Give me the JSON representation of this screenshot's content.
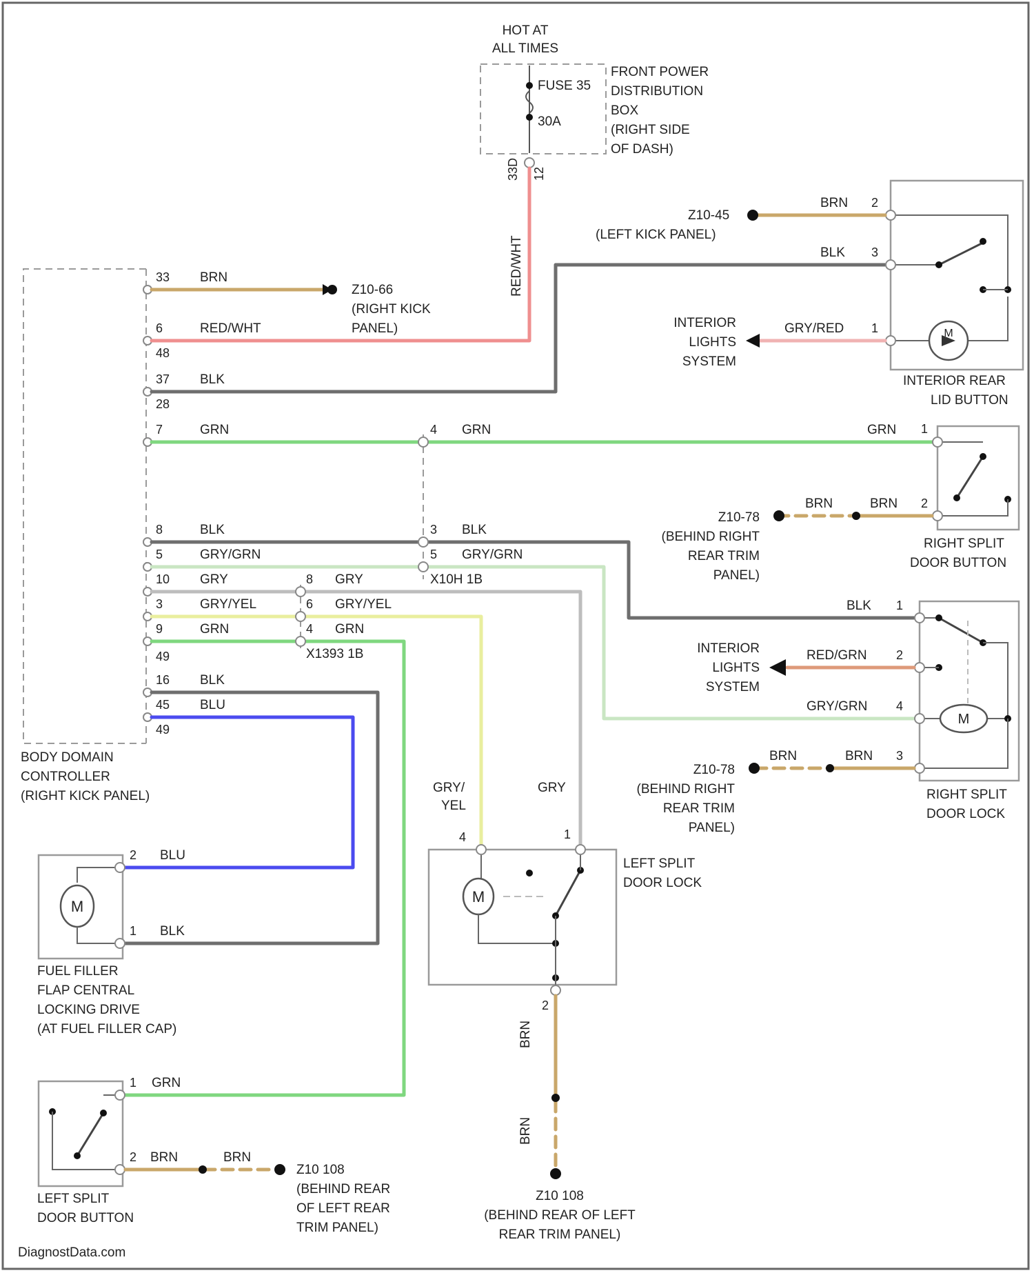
{
  "colors": {
    "brn": "#c9a76a",
    "red_wht": "#ef8f8f",
    "blk": "#6e6e6e",
    "grn": "#7fd77f",
    "gry_grn": "#c9e6c3",
    "gry": "#bdbdbd",
    "gry_yel": "#e9ee9e",
    "blu": "#4b4bef",
    "gry_red": "#f0b3b3",
    "red_grn": "#de9a7a"
  },
  "power": {
    "hot_line1": "HOT AT",
    "hot_line2": "ALL TIMES",
    "fuse_label": "FUSE 35",
    "fuse_amps": "30A",
    "box_line1": "FRONT POWER",
    "box_line2": "DISTRIBUTION",
    "box_line3": "BOX",
    "box_line4": "(RIGHT SIDE",
    "box_line5": "OF DASH)",
    "pin_a": "33D",
    "pin_b": "12",
    "wire_vert": "RED/WHT"
  },
  "controller": {
    "line1": "BODY DOMAIN",
    "line2": "CONTROLLER",
    "line3": "(RIGHT KICK PANEL)",
    "pins": [
      {
        "pin": "33",
        "wire": "BRN",
        "sub": ""
      },
      {
        "pin": "6",
        "wire": "RED/WHT",
        "sub": "48"
      },
      {
        "pin": "37",
        "wire": "BLK",
        "sub": "28"
      },
      {
        "pin": "7",
        "wire": "GRN",
        "sub": ""
      },
      {
        "pin": "8",
        "wire": "BLK",
        "sub": ""
      },
      {
        "pin": "5",
        "wire": "GRY/GRN",
        "sub": ""
      },
      {
        "pin": "10",
        "wire": "GRY",
        "sub": ""
      },
      {
        "pin": "3",
        "wire": "GRY/YEL",
        "sub": ""
      },
      {
        "pin": "9",
        "wire": "GRN",
        "sub": "49"
      },
      {
        "pin": "16",
        "wire": "BLK",
        "sub": ""
      },
      {
        "pin": "45",
        "wire": "BLU",
        "sub": "49"
      }
    ]
  },
  "ground_z1066": {
    "line1": "Z10-66",
    "line2": "(RIGHT KICK",
    "line3": "PANEL)"
  },
  "ground_z1045": {
    "line1": "Z10-45",
    "line2": "(LEFT KICK PANEL)"
  },
  "interior_rear_lid": {
    "line1": "INTERIOR REAR",
    "line2": "LID BUTTON",
    "pin2": "2",
    "pin3": "3",
    "pin1": "1",
    "w_brn": "BRN",
    "w_blk": "BLK",
    "w_gryred": "GRY/RED",
    "sys1": "INTERIOR",
    "sys2": "LIGHTS",
    "sys3": "SYSTEM",
    "motor": "M"
  },
  "splice1": {
    "pin4": "4",
    "w_grn": "GRN",
    "pin3": "3",
    "w_blk": "BLK",
    "pin5": "5",
    "w_grygrn": "GRY/GRN",
    "name": "X10H 1B"
  },
  "right_split_button": {
    "line1": "RIGHT SPLIT",
    "line2": "DOOR BUTTON",
    "pin1": "1",
    "pin2": "2",
    "w_grn": "GRN",
    "w_brn1": "BRN",
    "w_brn2": "BRN",
    "g1": "Z10-78",
    "g2": "(BEHIND RIGHT",
    "g3": "REAR TRIM",
    "g4": "PANEL)"
  },
  "right_split_lock": {
    "line1": "RIGHT SPLIT",
    "line2": "DOOR LOCK",
    "pin1": "1",
    "pin2": "2",
    "pin4": "4",
    "pin3": "3",
    "w_blk": "BLK",
    "w_redgrn": "RED/GRN",
    "w_grygrn": "GRY/GRN",
    "w_brn1": "BRN",
    "w_brn2": "BRN",
    "sys1": "INTERIOR",
    "sys2": "LIGHTS",
    "sys3": "SYSTEM",
    "g1": "Z10-78",
    "g2": "(BEHIND RIGHT",
    "g3": "REAR TRIM",
    "g4": "PANEL)",
    "motor": "M"
  },
  "splice2": {
    "pin8": "8",
    "w_gry": "GRY",
    "pin6": "6",
    "w_gryyel": "GRY/YEL",
    "pin4": "4",
    "w_grn": "GRN",
    "name": "X1393 1B"
  },
  "left_split_lock": {
    "line1": "LEFT SPLIT",
    "line2": "DOOR LOCK",
    "pin4": "4",
    "pin1": "1",
    "pin2": "2",
    "w_gry_a": "GRY/",
    "w_gry_b": "YEL",
    "w_gry": "GRY",
    "w_brn1": "BRN",
    "w_brn2": "BRN",
    "motor": "M"
  },
  "ground_z10108_bottom": {
    "line1": "Z10 108",
    "line2": "(BEHIND REAR OF LEFT",
    "line3": "REAR TRIM PANEL)"
  },
  "fuel_flap": {
    "line1": "FUEL FILLER",
    "line2": "FLAP CENTRAL",
    "line3": "LOCKING DRIVE",
    "line4": "(AT FUEL FILLER CAP)",
    "pin2": "2",
    "pin1": "1",
    "w_blu": "BLU",
    "w_blk": "BLK",
    "motor": "M"
  },
  "left_split_button": {
    "line1": "LEFT SPLIT",
    "line2": "DOOR BUTTON",
    "pin1": "1",
    "pin2": "2",
    "w_grn": "GRN",
    "w_brn1": "BRN",
    "w_brn2": "BRN",
    "g1": "Z10 108",
    "g2": "(BEHIND REAR",
    "g3": "OF LEFT REAR",
    "g4": "TRIM PANEL)"
  },
  "watermark": "DiagnostData.com"
}
